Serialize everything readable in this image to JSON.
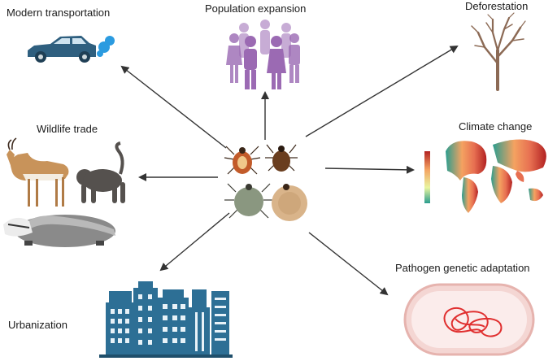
{
  "labels": {
    "modern_transportation": "Modern transportation",
    "population_expansion": "Population expansion",
    "deforestation": "Deforestation",
    "wildlife_trade": "Wildlife trade",
    "climate_change": "Climate change",
    "urbanization": "Urbanization",
    "pathogen_genetic_adaptation": "Pathogen genetic adaptation"
  },
  "colors": {
    "arrow": "#333333",
    "car_body": "#2f5f7f",
    "exhaust": "#2b9be0",
    "people": "#9b6ab3",
    "tree": "#8c6a55",
    "buildings": "#2d6f95",
    "pathogen_cell": "#f4d6d3",
    "pathogen_dna": "#e02f2f"
  }
}
